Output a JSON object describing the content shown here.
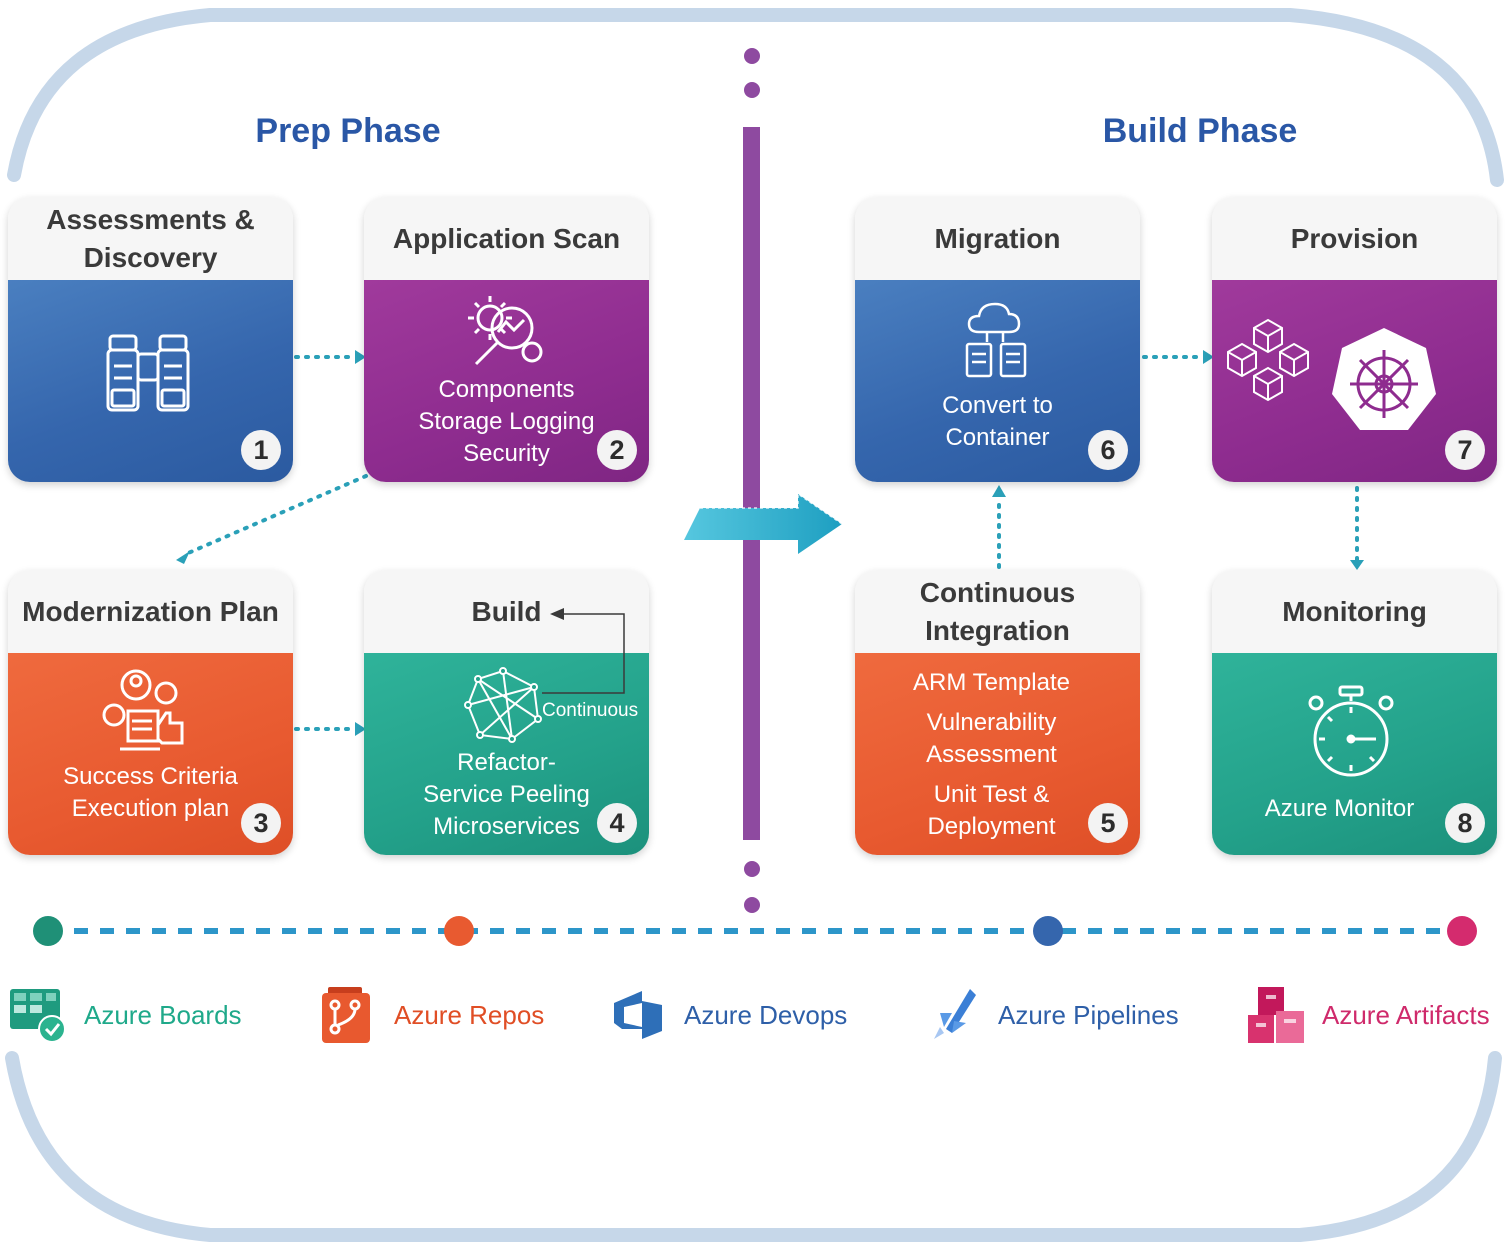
{
  "phases": {
    "prep": "Prep Phase",
    "build": "Build Phase"
  },
  "cards": [
    {
      "id": "assessments",
      "title": "Assessments & Discovery",
      "number": "1",
      "lines": [],
      "icon": "binoculars-icon",
      "color": "blue"
    },
    {
      "id": "application-scan",
      "title": "Application Scan",
      "number": "2",
      "lines": [
        "Components",
        "Storage Logging",
        "Security"
      ],
      "icon": "gear-magnifier-icon",
      "color": "purple"
    },
    {
      "id": "modernization-plan",
      "title": "Modernization Plan",
      "number": "3",
      "lines": [
        "Success Criteria",
        "Execution plan"
      ],
      "icon": "team-thumbs-up-icon",
      "color": "orange"
    },
    {
      "id": "build",
      "title": "Build",
      "number": "4",
      "lines": [
        "Refactor-",
        "Service Peeling",
        "Microservices"
      ],
      "icon": "network-mesh-icon",
      "color": "green",
      "loop_label": "Continuous"
    },
    {
      "id": "continuous-integration",
      "title": "Continuous Integration",
      "number": "5",
      "lines": [
        "ARM Template",
        "Vulnerability",
        "Assessment",
        "Unit Test &",
        "Deployment"
      ],
      "icon": "none",
      "color": "orange"
    },
    {
      "id": "migration",
      "title": "Migration",
      "number": "6",
      "lines": [
        "Convert to",
        "Container"
      ],
      "icon": "cloud-documents-icon",
      "color": "blue"
    },
    {
      "id": "provision",
      "title": "Provision",
      "number": "7",
      "lines": [],
      "icon": "kubernetes-cubes-icon",
      "color": "purple"
    },
    {
      "id": "monitoring",
      "title": "Monitoring",
      "number": "8",
      "lines": [
        "Azure Monitor"
      ],
      "icon": "stopwatch-icon",
      "color": "green"
    }
  ],
  "timeline_dots": [
    "#1f9077",
    "#e85a30",
    "#3566ad",
    "#d42b6e"
  ],
  "tools": [
    {
      "label": "Azure Boards",
      "color": "#1fa98a",
      "icon": "boards-icon"
    },
    {
      "label": "Azure Repos",
      "color": "#e04e25",
      "icon": "repos-icon"
    },
    {
      "label": "Azure Devops",
      "color": "#2e5fa8",
      "icon": "devops-icon"
    },
    {
      "label": "Azure Pipelines",
      "color": "#2e5fa8",
      "icon": "pipelines-icon"
    },
    {
      "label": "Azure Artifacts",
      "color": "#cf2a6b",
      "icon": "artifacts-icon"
    }
  ],
  "colors": {
    "frame": "#c4d6e8",
    "divider": "#8e4aa0",
    "arrow": "#29a9c9",
    "dotted": "#2aa0b8",
    "phase_title": "#2a57a6"
  }
}
